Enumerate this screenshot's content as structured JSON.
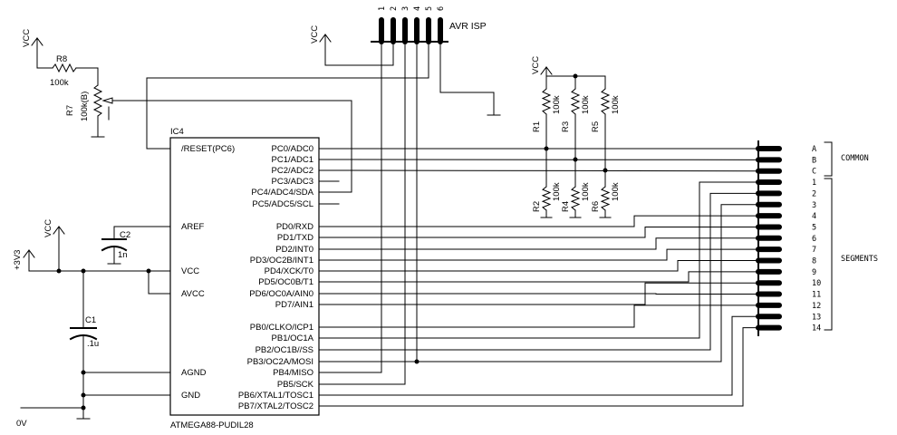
{
  "ic": {
    "ref": "IC4",
    "part": "ATMEGA88-PUDIL28",
    "left_pins": [
      "/RESET(PC6)",
      "AREF",
      "VCC",
      "AVCC",
      "AGND",
      "GND"
    ],
    "right_pins": [
      "PC0/ADC0",
      "PC1/ADC1",
      "PC2/ADC2",
      "PC3/ADC3",
      "PC4/ADC4/SDA",
      "PC5/ADC5/SCL",
      "PD0/RXD",
      "PD1/TXD",
      "PD2/INT0",
      "PD3/OC2B/INT1",
      "PD4/XCK/T0",
      "PD5/OC0B/T1",
      "PD6/OC0A/AIN0",
      "PD7/AIN1",
      "PB0/CLKO/ICP1",
      "PB1/OC1A",
      "PB2/OC1B//SS",
      "PB3/OC2A/MOSI",
      "PB4/MISO",
      "PB5/SCK",
      "PB6/XTAL1/TOSC1",
      "PB7/XTAL2/TOSC2"
    ]
  },
  "isp": {
    "label": "AVR ISP",
    "pins": [
      "1",
      "2",
      "3",
      "4",
      "5",
      "6"
    ]
  },
  "supplies": {
    "vcc": "VCC",
    "v33": "+3V3",
    "zero": "0V"
  },
  "parts": {
    "r8": {
      "ref": "R8",
      "value": "100k"
    },
    "r7": {
      "ref": "R7",
      "value": "100k(B)"
    },
    "c1": {
      "ref": "C1",
      "value": ".1u"
    },
    "c2": {
      "ref": "C2",
      "value": "1n"
    },
    "r1": {
      "ref": "R1",
      "value": "100k"
    },
    "r2": {
      "ref": "R2",
      "value": "100k"
    },
    "r3": {
      "ref": "R3",
      "value": "100k"
    },
    "r4": {
      "ref": "R4",
      "value": "100k"
    },
    "r5": {
      "ref": "R5",
      "value": "100k"
    },
    "r6": {
      "ref": "R6",
      "value": "100k"
    }
  },
  "connector": {
    "common_pins": [
      "A",
      "B",
      "C"
    ],
    "segment_pins": [
      "1",
      "2",
      "3",
      "4",
      "5",
      "6",
      "7",
      "8",
      "9",
      "10",
      "11",
      "12",
      "13",
      "14"
    ],
    "common_label": "COMMON",
    "segments_label": "SEGMENTS"
  }
}
